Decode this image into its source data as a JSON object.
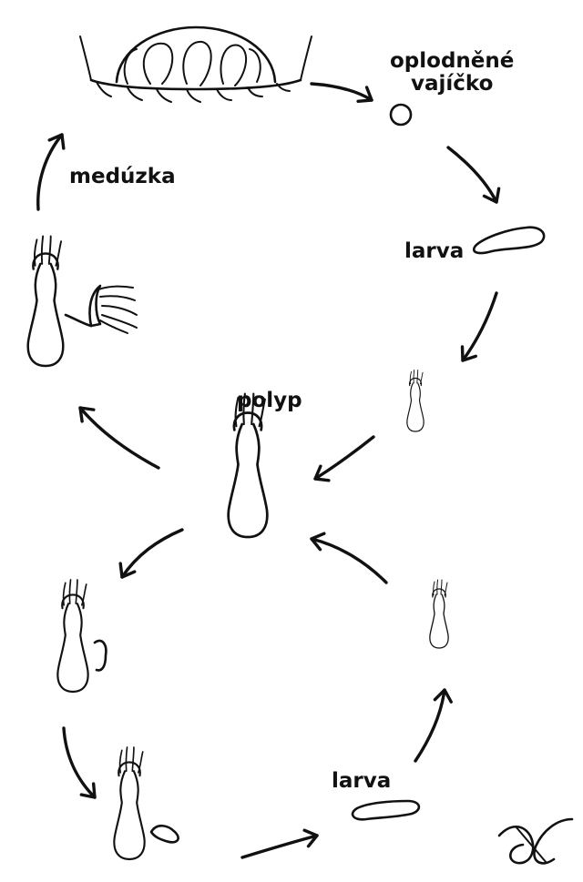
{
  "labels": {
    "fertilized_egg_line1": "oplodněné",
    "fertilized_egg_line2": "vajíčko",
    "larva_top": "larva",
    "larva_bottom": "larva",
    "polyp": "polyp",
    "medusa": "medúzka"
  },
  "colors": {
    "ink": "#111111",
    "background": "#ffffff"
  }
}
